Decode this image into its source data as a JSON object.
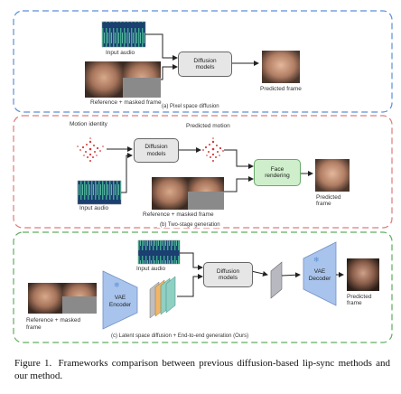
{
  "panel_a": {
    "input_audio": "Input audio",
    "reference_masked": "Reference + masked frame",
    "diffusion": "Diffusion\nmodels",
    "predicted": "Predicted frame",
    "caption": "(a) Pixel space diffusion"
  },
  "panel_b": {
    "motion_identity": "Motion identity",
    "diffusion": "Diffusion\nmodels",
    "predicted_motion": "Predicted motion",
    "face_rendering": "Face\nrendering",
    "predicted": "Predicted\nframe",
    "input_audio": "Input audio",
    "reference_masked": "Reference + masked frame",
    "caption": "(b) Two-stage generation"
  },
  "panel_c": {
    "input_audio": "Input audio",
    "diffusion": "Diffusion\nmodels",
    "vae_encoder": "VAE\nEncoder",
    "vae_decoder": "VAE\nDecoder",
    "predicted": "Predicted\nframe",
    "reference_masked": "Reference + masked\nframe",
    "caption": "(c) Latent space diffusion + End-to-end generation (Ours)"
  },
  "caption": {
    "figure_label": "Figure 1.",
    "text": "Frameworks comparison between previous diffusion-based lip-sync methods and our method."
  },
  "colors": {
    "panel_a_border": "#5b8fd6",
    "panel_b_border": "#e07a7a",
    "panel_c_border": "#5fae5f",
    "face_rendering_fill": "#cfeecb",
    "vae_fill": "#a9c4ec",
    "latent_orange": "#f1b56a",
    "latent_teal": "#8fd0c3"
  }
}
